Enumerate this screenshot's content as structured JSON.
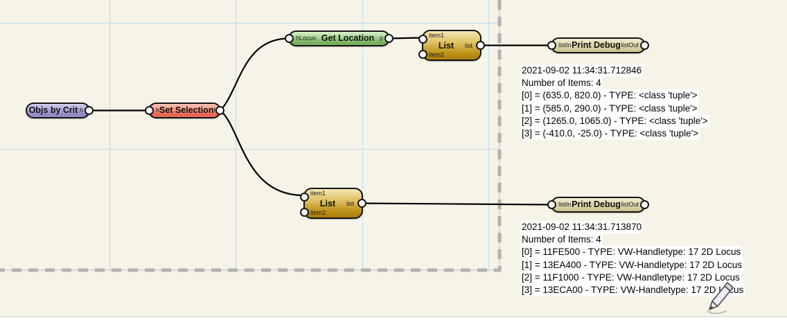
{
  "nodes": [
    {
      "id": "objs-by-crit",
      "title": "Objs by Crit",
      "inputs": [],
      "outputs": [
        "h"
      ],
      "color": "#a89fd4"
    },
    {
      "id": "set-selection",
      "title": "Set Selection",
      "inputs": [
        "h"
      ],
      "outputs": [
        "h"
      ],
      "color": "#f18d7d"
    },
    {
      "id": "get-location",
      "title": "Get Location",
      "inputs": [
        "hLocus"
      ],
      "outputs": [
        "p"
      ],
      "color": "#9ccd86"
    },
    {
      "id": "list-top",
      "title": "List",
      "inputs": [
        "item1",
        "item2"
      ],
      "outputs": [
        "list"
      ],
      "color": "#d1a72e"
    },
    {
      "id": "print-debug-top",
      "title": "Print Debug",
      "inputs": [
        "listIn"
      ],
      "outputs": [
        "listOut"
      ],
      "color": "#ddd5a8"
    },
    {
      "id": "list-bottom",
      "title": "List",
      "inputs": [
        "item1",
        "item2"
      ],
      "outputs": [
        "list"
      ],
      "color": "#d1a72e"
    },
    {
      "id": "print-debug-bottom",
      "title": "Print Debug",
      "inputs": [
        "listIn"
      ],
      "outputs": [
        "listOut"
      ],
      "color": "#ddd5a8"
    }
  ],
  "debug_outputs": [
    {
      "timestamp": "2021-09-02 11:34:31.712846",
      "count": "Number of Items: 4",
      "items": [
        "[0] = (635.0, 820.0) - TYPE: <class 'tuple'>",
        "[1] = (585.0, 290.0) - TYPE: <class 'tuple'>",
        "[2] = (1265.0, 1065.0) - TYPE: <class 'tuple'>",
        "[3] = (-410.0, -25.0) - TYPE: <class 'tuple'>"
      ]
    },
    {
      "timestamp": "2021-09-02 11:34:31.713870",
      "count": "Number of Items: 4",
      "items": [
        "[0] = 11FE500 - TYPE: VW-Handletype: 17 2D Locus",
        "[1] = 13EA400 - TYPE: VW-Handletype: 17 2D Locus",
        "[2] = 11F1000 - TYPE: VW-Handletype: 17 2D Locus",
        "[3] = 13ECA00 - TYPE: VW-Handletype: 17 2D Locus"
      ]
    }
  ],
  "colors": {
    "canvas_background": "#f6f3e7",
    "grid_line": "#b9ddf3",
    "page_boundary_dash": "#b3b2ae",
    "page_boundary_underlay": "#e0dfda",
    "wire": "#000000",
    "node_purple": "#a89fd4",
    "node_red": "#f18d7d",
    "node_green": "#9ccd86",
    "node_gold": "#d1a72e",
    "node_khaki": "#ddd5a8"
  }
}
